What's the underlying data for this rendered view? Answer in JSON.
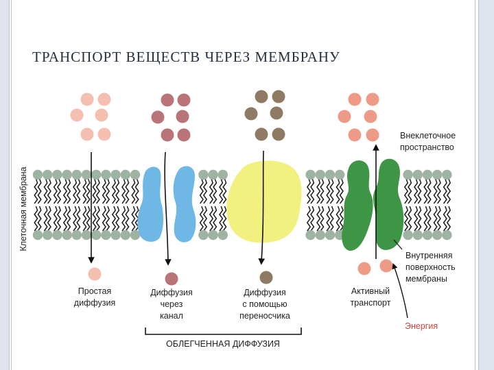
{
  "title": "ТРАНСПОРТ ВЕЩЕСТВ ЧЕРЕЗ МЕМБРАНУ",
  "labels": {
    "membrane": "Клеточная мембрана",
    "extracellular": [
      "Внеклеточное",
      "пространство"
    ],
    "inner_surface": [
      "Внутренняя",
      "поверхность",
      "мембраны"
    ],
    "simple_diffusion": [
      "Простая",
      "диффузия"
    ],
    "channel_diffusion": [
      "Диффузия",
      "через",
      "канал"
    ],
    "carrier_diffusion": [
      "Диффузия",
      "с помощью",
      "переносчика"
    ],
    "active_transport": [
      "Активный",
      "транспорт"
    ],
    "energy": "Энергия",
    "facilitated": "ОБЛЕГЧЕННАЯ ДИФФУЗИЯ"
  },
  "colors": {
    "head": "#9fb3a2",
    "tail": "#1a1a1a",
    "simple": "#f4bfb0",
    "channel_mol": "#b97478",
    "carrier_mol": "#8f7a64",
    "active_mol": "#ed9a86",
    "channel_protein": "#6fb8e6",
    "carrier_protein": "#f2f07e",
    "active_protein": "#3e9546",
    "energy": "#d8403a"
  }
}
